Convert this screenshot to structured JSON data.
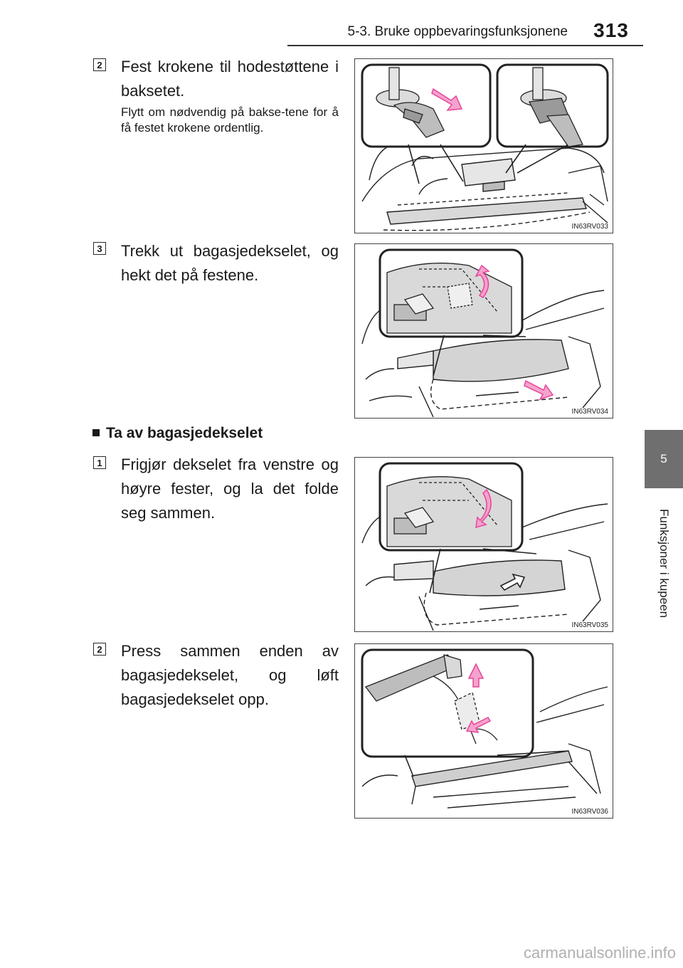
{
  "header": {
    "section_title": "5-3. Bruke oppbevaringsfunksjonene",
    "page_number": "313"
  },
  "side_tab": {
    "chapter_number": "5",
    "chapter_label": "Funksjoner i kupeen"
  },
  "install_steps": [
    {
      "number": "2",
      "text": "Fest krokene til hodestøttene i baksetet.",
      "note": "Flytt om nødvendig på bakse-tene for å få festet krokene ordentlig.",
      "figure_code": "IN63RV033"
    },
    {
      "number": "3",
      "text": "Trekk ut bagasjedekselet, og hekt det på festene.",
      "figure_code": "IN63RV034"
    }
  ],
  "removal": {
    "heading": "Ta av bagasjedekselet",
    "steps": [
      {
        "number": "1",
        "text": "Frigjør dekselet fra venstre og høyre fester, og la det folde seg sammen.",
        "figure_code": "IN63RV035"
      },
      {
        "number": "2",
        "text": "Press sammen enden av bagasjedekselet, og løft bagasjedekselet opp.",
        "figure_code": "IN63RV036"
      }
    ]
  },
  "colors": {
    "arrow_pink": "#e8449a",
    "arrow_pink_light": "#f4a3cc",
    "tab_gray": "#6f6f6f",
    "panel_gray": "#cfcfcf",
    "watermark_gray": "#b0b0b0"
  },
  "watermark": "carmanualsonline.info"
}
